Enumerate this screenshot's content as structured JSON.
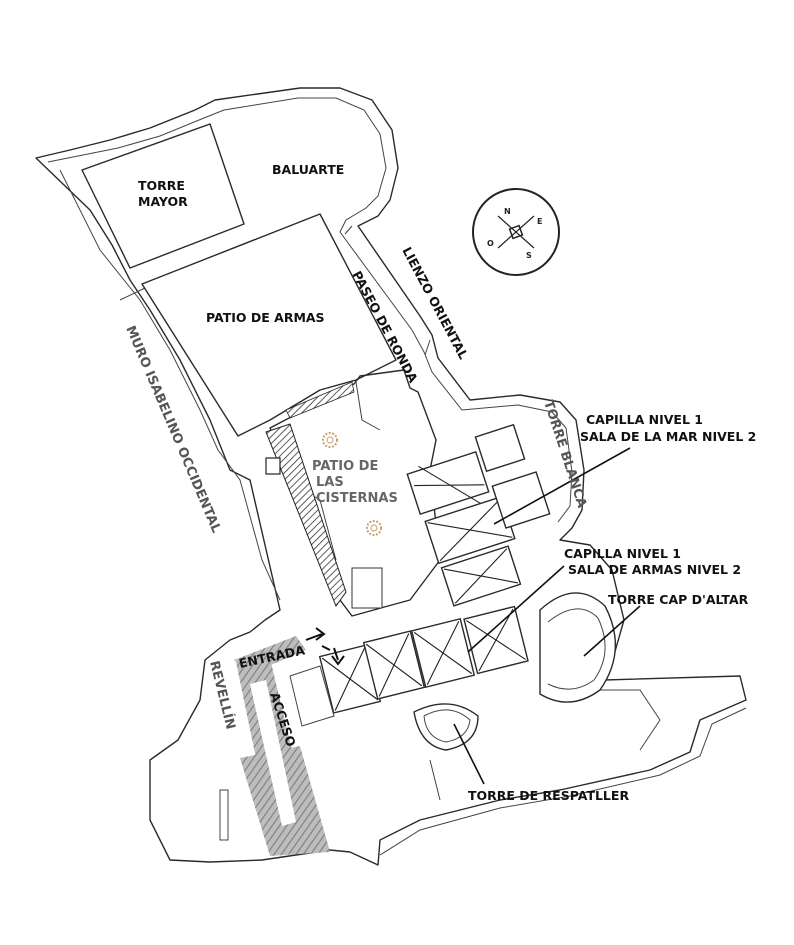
{
  "labels": {
    "torre_mayor_1": "TORRE",
    "torre_mayor_2": "MAYOR",
    "baluarte": "BALUARTE",
    "patio_armas": "PATIO DE ARMAS",
    "paseo_ronda": "PASEO DE RONDA",
    "lienzo_oriental": "LIENZO ORIENTAL",
    "muro_isabelino": "MURO ISABELINO OCCIDENTAL",
    "torre_blanca": "TORRE BLANCA",
    "patio_cisternas_1": "PATIO DE",
    "patio_cisternas_2": "LAS",
    "patio_cisternas_3": "CISTERNAS",
    "capilla_1_line1": "CAPILLA NIVEL 1",
    "capilla_1_line2": "SALA DE LA MAR NIVEL 2",
    "capilla_2_line1": "CAPILLA NIVEL 1",
    "capilla_2_line2": "SALA DE ARMAS NIVEL 2",
    "torre_cap_altar": "TORRE CAP D'ALTAR",
    "entrada": "ENTRADA",
    "acceso": "ACCESO",
    "revellin": "REVELLÍN",
    "torre_respatller": "TORRE DE RESPATLLER"
  },
  "compass": {
    "n": "N",
    "e": "E",
    "s": "S",
    "o": "O"
  },
  "colors": {
    "ink": "#111111",
    "gray_label": "#555555",
    "hatch": "#9a9a9a"
  }
}
